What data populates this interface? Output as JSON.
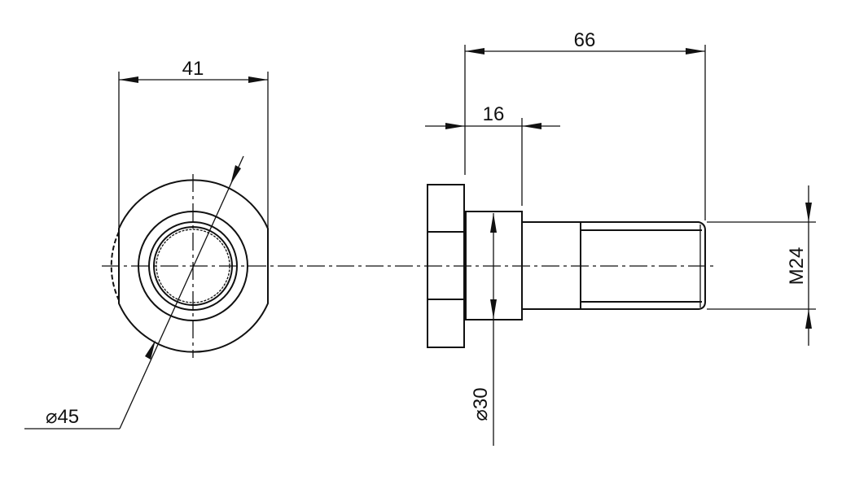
{
  "drawing": {
    "dimensions": {
      "width_across_flats": "41",
      "outer_diameter": "⌀45",
      "total_length": "66",
      "head_length": "16",
      "collar_diameter": "⌀30",
      "thread": "M24"
    },
    "line_color": "#111111"
  }
}
